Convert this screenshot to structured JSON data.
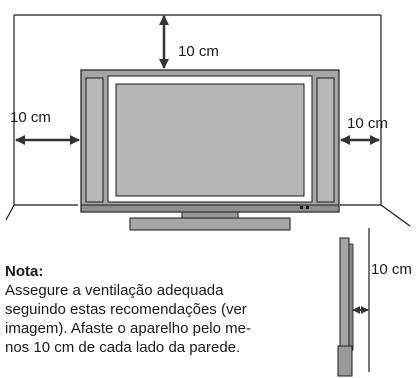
{
  "diagram": {
    "top_clearance": "10 cm",
    "left_clearance": "10 cm",
    "right_clearance": "10 cm",
    "side_clearance": "10 cm"
  },
  "note": {
    "title": "Nota:",
    "lines": [
      "Assegure a ventilação adequada",
      "seguindo estas recomendações (ver",
      "imagem). Afaste o aparelho pelo me-",
      "nos 10 cm de cada lado da parede."
    ]
  },
  "colors": {
    "frame": "#a6a6a6",
    "frame_dark": "#808080",
    "screen": "#b5b5b5",
    "outline": "#1a1a1a"
  }
}
